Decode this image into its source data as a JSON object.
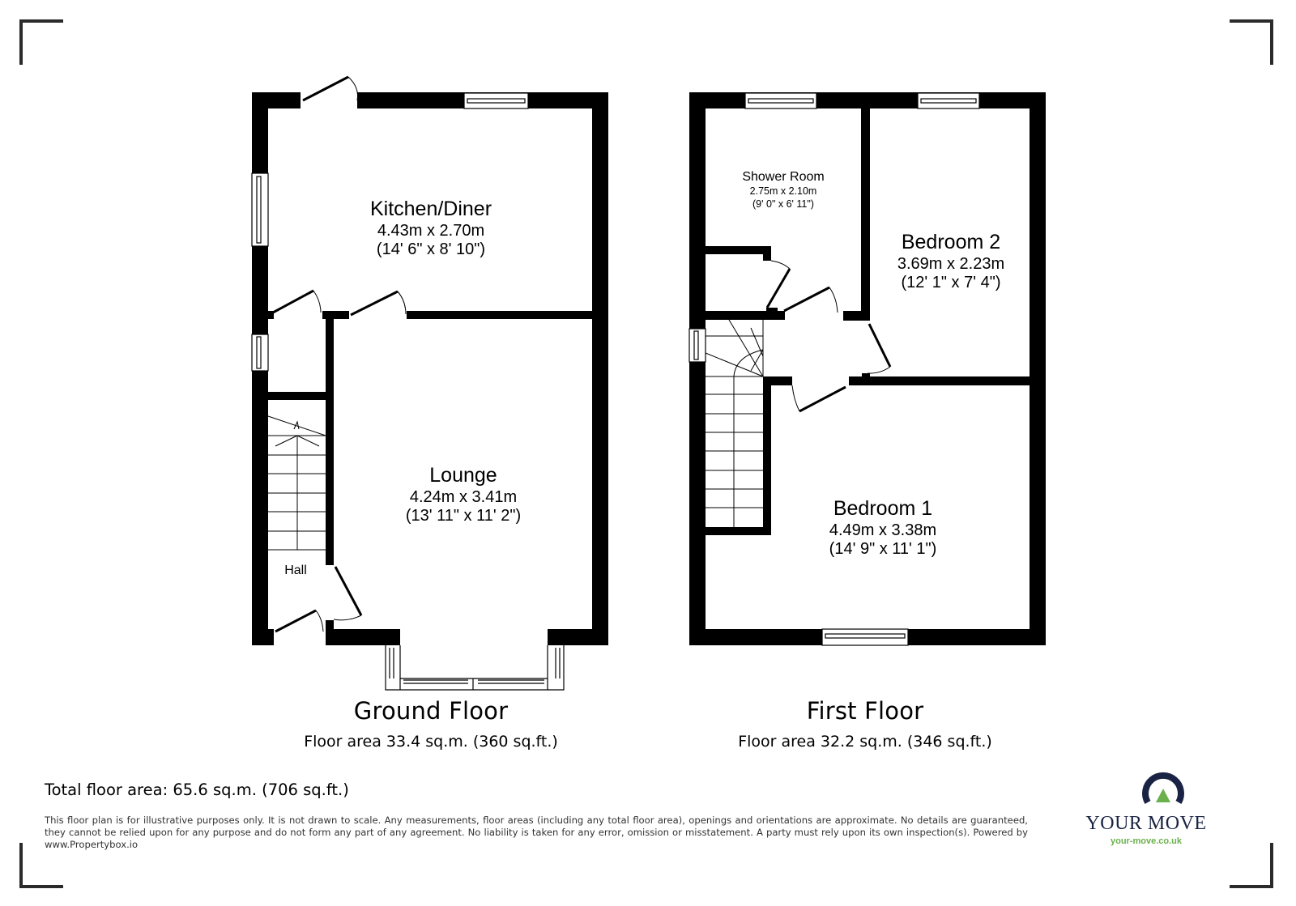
{
  "floors": [
    {
      "title": "Ground Floor",
      "area": "Floor area 33.4 sq.m. (360 sq.ft.)",
      "rooms": [
        {
          "name": "Kitchen/Diner",
          "metric": "4.43m x 2.70m",
          "imperial": "(14' 6\" x 8' 10\")"
        },
        {
          "name": "Lounge",
          "metric": "4.24m x 3.41m",
          "imperial": "(13' 11\" x 11' 2\")"
        },
        {
          "name": "Hall"
        }
      ]
    },
    {
      "title": "First Floor",
      "area": "Floor area 32.2 sq.m. (346 sq.ft.)",
      "rooms": [
        {
          "name": "Shower Room",
          "metric": "2.75m x 2.10m",
          "imperial": "(9' 0\" x 6' 11\")"
        },
        {
          "name": "Bedroom 2",
          "metric": "3.69m x 2.23m",
          "imperial": "(12' 1\" x 7' 4\")"
        },
        {
          "name": "Bedroom 1",
          "metric": "4.49m x 3.38m",
          "imperial": "(14' 9\" x 11' 1\")"
        }
      ]
    }
  ],
  "total": "Total floor area: 65.6 sq.m. (706 sq.ft.)",
  "disclaimer": "This floor plan is for illustrative purposes only. It is not drawn to scale. Any measurements, floor areas (including any total floor area), openings and orientations are approximate. No details are guaranteed, they cannot be relied upon for any purpose and do not form any part of any agreement. No liability is taken for any error, omission or misstatement. A party must rely upon its own inspection(s). Powered by www.Propertybox.io",
  "logo": {
    "name": "YOUR MOVE",
    "url": "your-move.co.uk",
    "colors": {
      "navy": "#1a2344",
      "green": "#6ab04c"
    }
  },
  "colors": {
    "wall": "#000000",
    "corner_marks": "#2b2b2b"
  }
}
